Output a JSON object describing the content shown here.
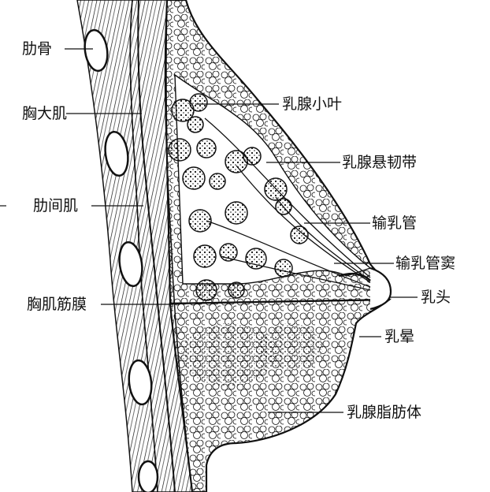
{
  "diagram": {
    "labels": {
      "rib": "肋骨",
      "pectoralis_major": "胸大肌",
      "intercostal_muscle": "肋间肌",
      "pectoral_fascia": "胸肌筋膜",
      "mammary_lobule": "乳腺小叶",
      "suspensory_ligament": "乳腺悬韧带",
      "lactiferous_duct": "输乳管",
      "lactiferous_sinus": "输乳管窦",
      "nipple": "乳头",
      "areola": "乳晕",
      "mammary_fat_body": "乳腺脂肪体"
    },
    "colors": {
      "ink": "#111111",
      "paper": "#ffffff"
    }
  }
}
